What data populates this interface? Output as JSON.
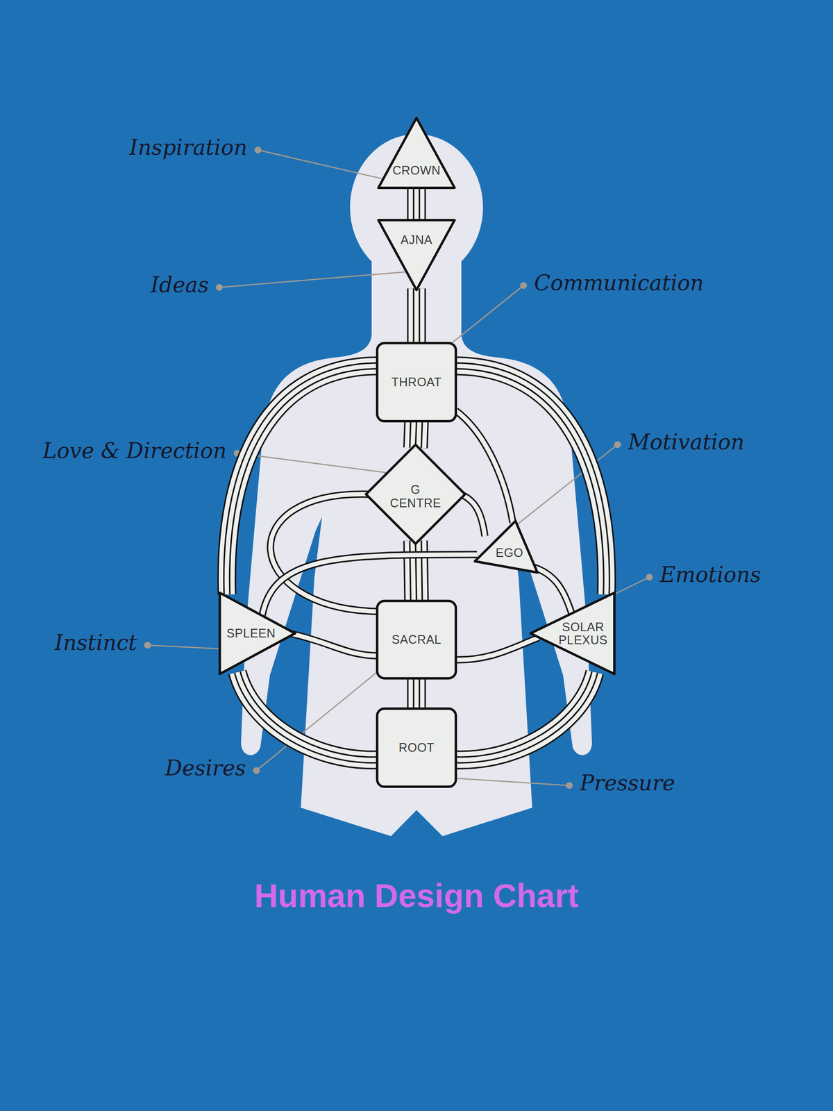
{
  "diagram": {
    "title": "Human Design Chart",
    "nodes": [
      {
        "text": [
          "CROWN"
        ]
      },
      {
        "text": [
          "AJNA"
        ]
      },
      {
        "text": [
          "THROAT"
        ]
      },
      {
        "text": [
          "G CENTRE"
        ]
      },
      {
        "text": [
          "EGO"
        ]
      },
      {
        "text": [
          "SPLEEN"
        ]
      },
      {
        "text": [
          "SACRAL"
        ]
      },
      {
        "text": [
          "SOLAR PLEXUS"
        ]
      },
      {
        "text": [
          "ROOT"
        ]
      }
    ],
    "edges": [
      {
        "from": 0,
        "to": 1,
        "arrow": "none"
      },
      {
        "from": 1,
        "to": 2,
        "arrow": "none"
      },
      {
        "from": 2,
        "to": 3,
        "arrow": "none"
      },
      {
        "from": 3,
        "to": 6,
        "arrow": "none"
      },
      {
        "from": 6,
        "to": 8,
        "arrow": "none"
      },
      {
        "from": 2,
        "to": 5,
        "arrow": "none"
      },
      {
        "from": 2,
        "to": 7,
        "arrow": "none"
      },
      {
        "from": 2,
        "to": 4,
        "arrow": "none"
      },
      {
        "from": 3,
        "to": 4,
        "arrow": "none"
      },
      {
        "from": 3,
        "to": 6,
        "arrow": "none"
      },
      {
        "from": 4,
        "to": 5,
        "arrow": "none"
      },
      {
        "from": 4,
        "to": 7,
        "arrow": "none"
      },
      {
        "from": 5,
        "to": 6,
        "arrow": "none"
      },
      {
        "from": 6,
        "to": 7,
        "arrow": "none"
      },
      {
        "from": 5,
        "to": 8,
        "arrow": "none"
      },
      {
        "from": 7,
        "to": 8,
        "arrow": "none"
      }
    ],
    "labels": [
      "Inspiration",
      "Ideas",
      "Communication",
      "Love & Direction",
      "Motivation",
      "Emotions",
      "Instinct",
      "Desires",
      "Pressure"
    ]
  }
}
